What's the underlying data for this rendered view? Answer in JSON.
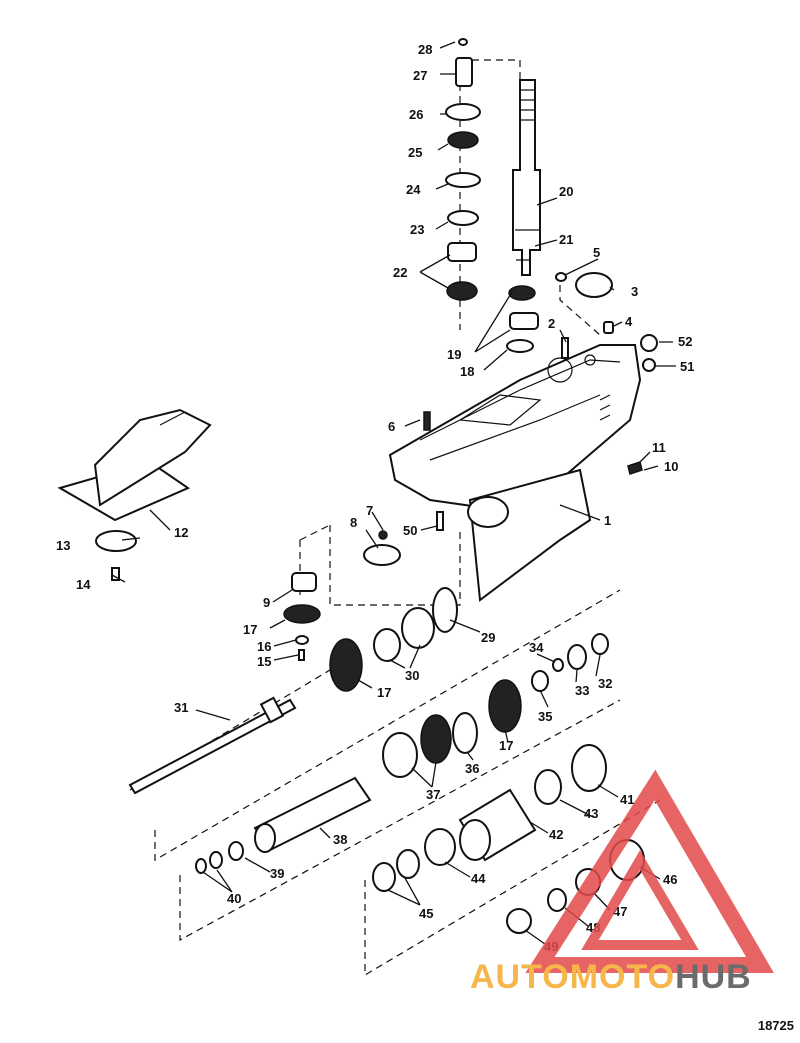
{
  "figure_number": "18725",
  "watermark": {
    "part1": "AUTOMOTO",
    "part2": "HUB",
    "color_triangle": "#e34a4a",
    "color_text": "#f6b64a"
  },
  "callouts": [
    "1",
    "2",
    "3",
    "4",
    "5",
    "6",
    "7",
    "8",
    "9",
    "10",
    "11",
    "12",
    "13",
    "14",
    "15",
    "16",
    "17",
    "17",
    "17",
    "17",
    "18",
    "19",
    "20",
    "21",
    "22",
    "23",
    "24",
    "25",
    "26",
    "27",
    "28",
    "29",
    "30",
    "31",
    "32",
    "33",
    "34",
    "35",
    "36",
    "37",
    "38",
    "39",
    "40",
    "41",
    "42",
    "43",
    "44",
    "45",
    "46",
    "47",
    "48",
    "49",
    "50",
    "51",
    "52"
  ]
}
